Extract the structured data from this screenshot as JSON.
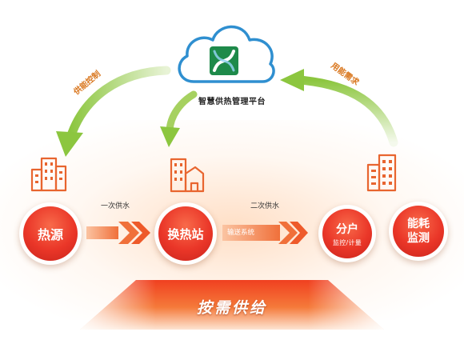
{
  "platform": {
    "title": "智慧供热管理平台"
  },
  "curves": {
    "supply_control": "供能控制",
    "energy_demand": "用能需求"
  },
  "nodes": {
    "heat_source": "热源",
    "exchange_station": "换热站",
    "household_line1": "分户",
    "household_line2": "监控/计量",
    "energy_line1": "能耗",
    "energy_line2": "监测"
  },
  "flows": {
    "first_supply": "一次供水",
    "second_supply": "二次供水",
    "transport": "输送系统"
  },
  "banner": {
    "text": "按需供给"
  },
  "colors": {
    "node_red": "#ea3628",
    "arrow_orange": "#f0703a",
    "curve_green": "#8cc63f",
    "building_orange": "#e8652f"
  }
}
